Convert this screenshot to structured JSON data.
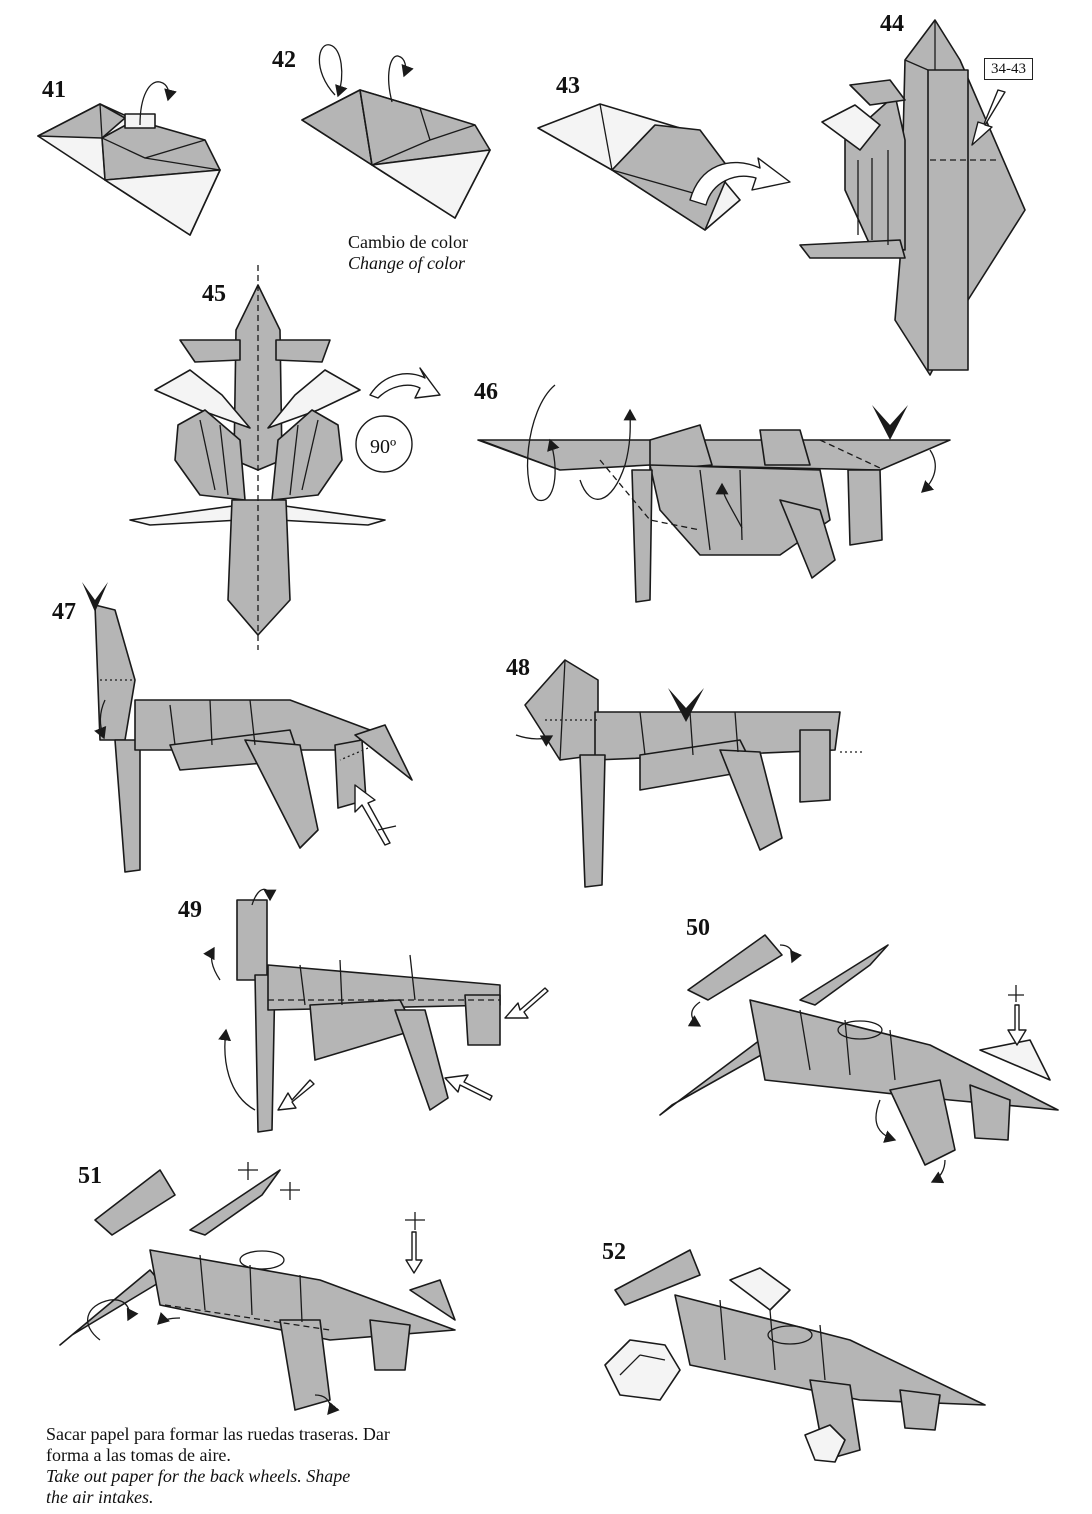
{
  "steps": {
    "s41": "41",
    "s42": "42",
    "s43": "43",
    "s44": "44",
    "s45": "45",
    "s46": "46",
    "s47": "47",
    "s48": "48",
    "s49": "49",
    "s50": "50",
    "s51": "51",
    "s52": "52"
  },
  "notes": {
    "color_change_es": "Cambio de color",
    "color_change_en": "Change of color",
    "ref_steps": "34-43",
    "rotation": "90º",
    "final_es_1": "Sacar papel para formar las ruedas traseras. Dar",
    "final_es_2": "forma a las tomas de aire.",
    "final_en_1": "Take out paper for the back wheels. Shape",
    "final_en_2": "the air intakes."
  },
  "colors": {
    "paper_grey": "#b5b5b5",
    "paper_white": "#f4f4f4",
    "line": "#1a1a1a"
  }
}
